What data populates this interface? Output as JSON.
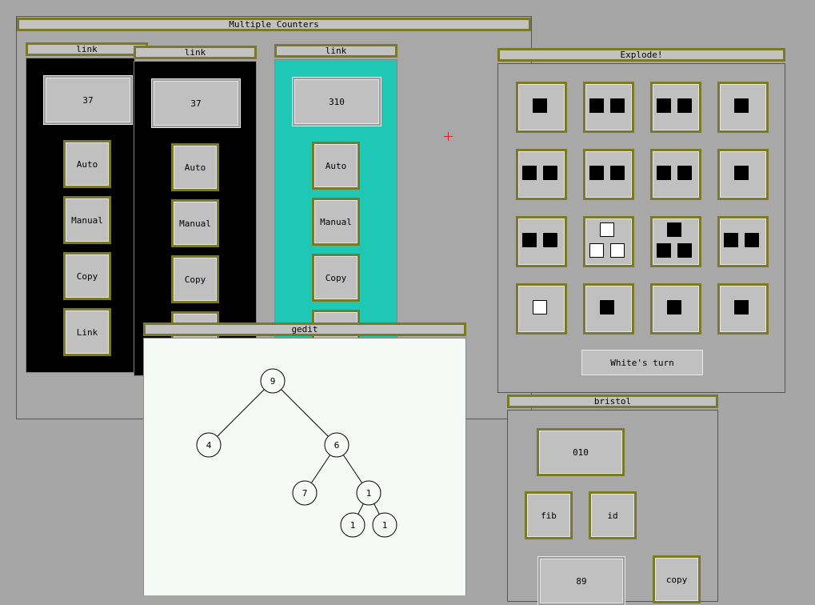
{
  "multiple_counters": {
    "title": "Multiple Counters",
    "panels": [
      {
        "title": "link",
        "value": "37",
        "buttons": [
          "Auto",
          "Manual",
          "Copy",
          "Link"
        ]
      },
      {
        "title": "link",
        "value": "37",
        "buttons": [
          "Auto",
          "Manual",
          "Copy"
        ]
      },
      {
        "title": "link",
        "value": "310",
        "buttons": [
          "Auto",
          "Manual",
          "Copy"
        ]
      }
    ]
  },
  "explode": {
    "title": "Explode!",
    "status": "White's turn",
    "grid": [
      [
        {
          "count": 1,
          "color": "black"
        },
        {
          "count": 2,
          "color": "black"
        },
        {
          "count": 2,
          "color": "black"
        },
        {
          "count": 1,
          "color": "black"
        }
      ],
      [
        {
          "count": 2,
          "color": "black"
        },
        {
          "count": 2,
          "color": "black"
        },
        {
          "count": 2,
          "color": "black"
        },
        {
          "count": 1,
          "color": "black"
        }
      ],
      [
        {
          "count": 2,
          "color": "black"
        },
        {
          "count": 3,
          "color": "white"
        },
        {
          "count": 3,
          "color": "black"
        },
        {
          "count": 2,
          "color": "black"
        }
      ],
      [
        {
          "count": 1,
          "color": "white"
        },
        {
          "count": 1,
          "color": "black"
        },
        {
          "count": 1,
          "color": "black"
        },
        {
          "count": 1,
          "color": "black"
        }
      ]
    ]
  },
  "gedit": {
    "title": "gedit",
    "tree": {
      "nodes": [
        {
          "id": "root",
          "label": "9"
        },
        {
          "id": "n4",
          "label": "4"
        },
        {
          "id": "n6",
          "label": "6"
        },
        {
          "id": "n7",
          "label": "7"
        },
        {
          "id": "n1a",
          "label": "1"
        },
        {
          "id": "n1b",
          "label": "1"
        },
        {
          "id": "n1c",
          "label": "1"
        }
      ],
      "edges": [
        [
          "root",
          "n4"
        ],
        [
          "root",
          "n6"
        ],
        [
          "n6",
          "n7"
        ],
        [
          "n6",
          "n1a"
        ],
        [
          "n1a",
          "n1b"
        ],
        [
          "n1a",
          "n1c"
        ]
      ]
    }
  },
  "bristol": {
    "title": "bristol",
    "display": "010",
    "fib_label": "fib",
    "id_label": "id",
    "result": "89",
    "copy_label": "copy"
  },
  "colors": {
    "desktop": "#a6a6a6",
    "window_bg": "#a8a8a8",
    "button_border": "#7a7a26",
    "panel_black": "#000000",
    "panel_teal": "#1ec8b4",
    "editor_bg": "#f5faf7",
    "cursor": "#e02020"
  }
}
